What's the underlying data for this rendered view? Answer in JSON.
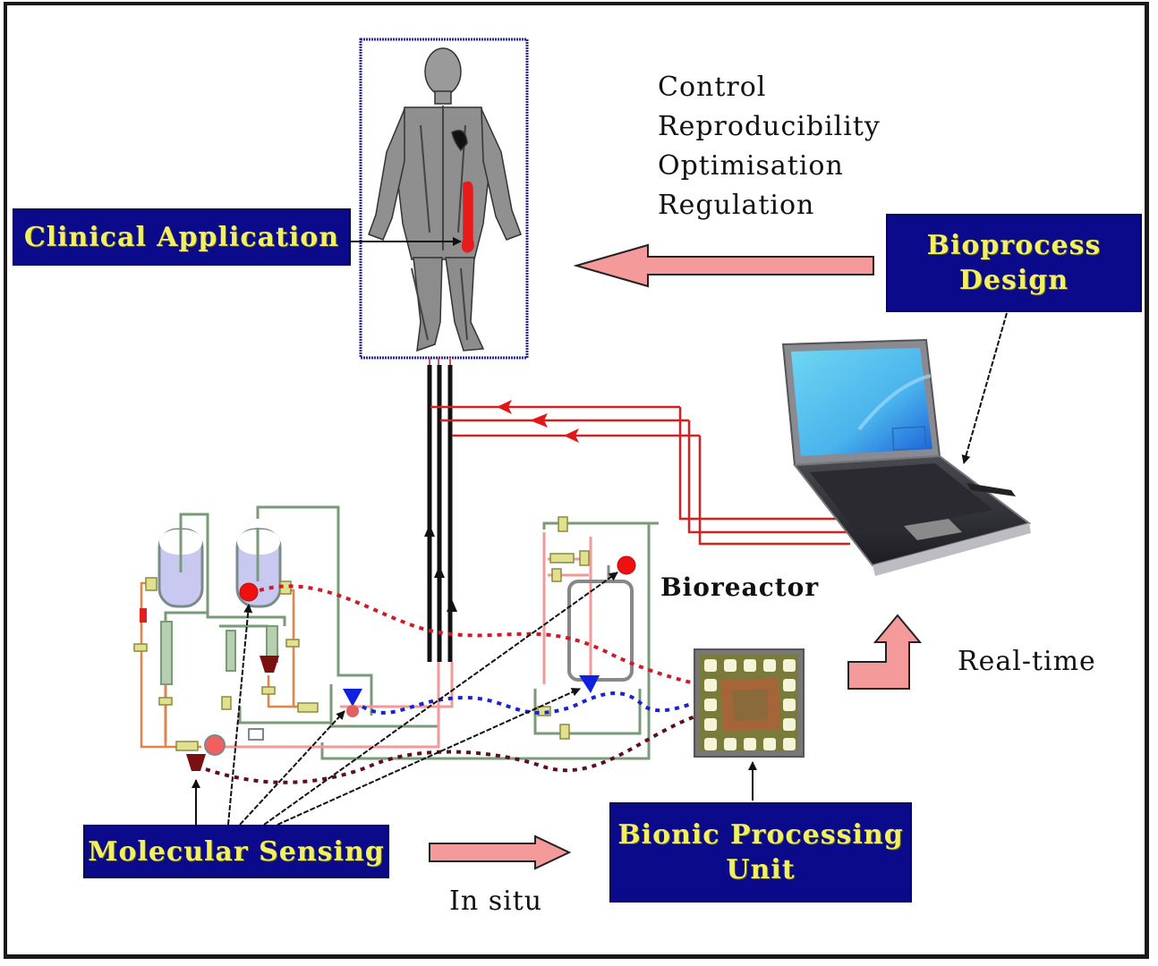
{
  "figure": {
    "type": "bioprocess-control-diagram",
    "labels": {
      "clinical_application": "Clinical Application",
      "bioprocess_design_line1": "Bioprocess",
      "bioprocess_design_line2": "Design",
      "molecular_sensing": "Molecular Sensing",
      "bionic_processing_line1": "Bionic Processing",
      "bionic_processing_line2": "Unit",
      "bioreactor": "Bioreactor",
      "real_time": "Real-time",
      "in_situ": "In situ"
    },
    "benefits": [
      "Control",
      "Reproducibility",
      "Optimisation",
      "Regulation"
    ],
    "icons": {
      "human_body": "human-body-anatomy-icon",
      "laptop": "laptop-computer-icon",
      "chip": "microchip-icon",
      "process_plant": "bioprocess-flowsheet-icon"
    },
    "colors": {
      "label_box_bg": "#0a0a8a",
      "label_text": "#f2f060",
      "block_arrow_fill": "#f49a9a",
      "signal_line": "#d42020",
      "sensor_line_red": "#cc1c2c",
      "sensor_line_blue": "#1a24cc",
      "sensor_line_brown": "#5a1020",
      "pipe_green": "#7a9a78",
      "pipe_orange": "#e8804a"
    }
  }
}
